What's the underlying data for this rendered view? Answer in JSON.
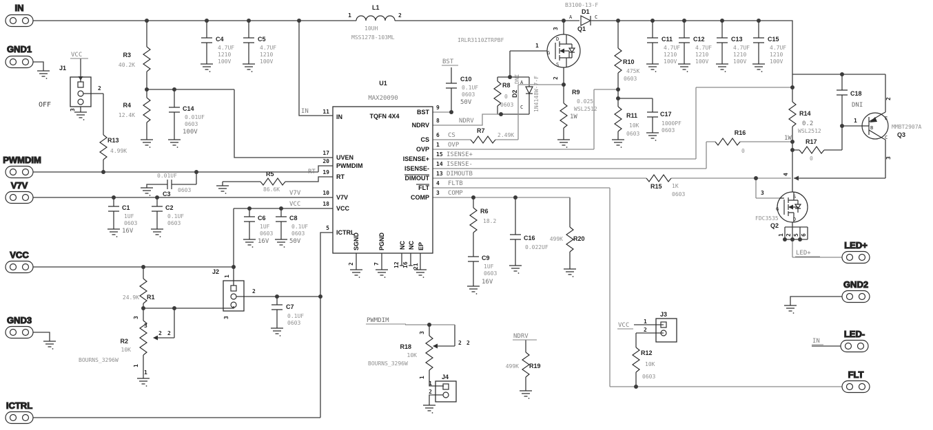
{
  "conn": {
    "in": "IN",
    "gnd1": "GND1",
    "pwmdim": "PWMDIM",
    "v7v": "V7V",
    "vcc": "VCC",
    "gnd3": "GND3",
    "ictrl": "ICTRL",
    "led_pos": "LED+",
    "gnd2": "GND2",
    "led_neg": "LED-",
    "flt": "FLT"
  },
  "u1": {
    "ref": "U1",
    "part": "MAX20090",
    "package": "TQFN 4X4",
    "pins_left": [
      {
        "n": "11",
        "name": "IN"
      },
      {
        "n": "17",
        "name": "UVEN"
      },
      {
        "n": "20",
        "name": "PWMDIM"
      },
      {
        "n": "19",
        "name": "RT"
      },
      {
        "n": "10",
        "name": "V7V"
      },
      {
        "n": "18",
        "name": "VCC"
      },
      {
        "n": "5",
        "name": "ICTRL"
      }
    ],
    "pins_right": [
      {
        "n": "9",
        "name": "BST"
      },
      {
        "n": "8",
        "name": "NDRV"
      },
      {
        "n": "6",
        "name": "CS",
        "net": "CS"
      },
      {
        "n": "1",
        "name": "OVP",
        "net": "OVP"
      },
      {
        "n": "15",
        "name": "ISENSE+",
        "net": "ISENSE+"
      },
      {
        "n": "14",
        "name": "ISENSE-",
        "net": "ISENSE-"
      },
      {
        "n": "13",
        "name": "DIMOUT",
        "net": "DIMOUTB"
      },
      {
        "n": "4",
        "name": "FLT",
        "net": "FLTB"
      },
      {
        "n": "3",
        "name": "COMP",
        "net": "COMP"
      }
    ],
    "pins_bottom": [
      {
        "n": "2",
        "name": "SGND"
      },
      {
        "n": "7",
        "name": "PGND"
      },
      {
        "n": "12",
        "name": "NC"
      },
      {
        "n": "16",
        "name": "NC"
      },
      {
        "n": "21",
        "name": "EP"
      }
    ]
  },
  "nets": {
    "bst": "BST",
    "ndrv": "NDRV",
    "pwmdim": "PWMDIM",
    "vcc": "VCC",
    "v7v": "V7V",
    "rt": "RT",
    "in": "IN",
    "led_pos": "LED+",
    "off": "OFF"
  },
  "pn": {
    "p1": "1",
    "p2": "2",
    "p3": "3",
    "p4": "4",
    "p5": "5",
    "p6": "6"
  },
  "pl": {
    "a": "A",
    "b": "B",
    "c": "C",
    "d": "D",
    "e": "E",
    "g": "G",
    "s": "S"
  },
  "parts": {
    "J1": {
      "ref": "J1"
    },
    "J2": {
      "ref": "J2"
    },
    "J3": {
      "ref": "J3"
    },
    "J4": {
      "ref": "J4"
    },
    "L1": {
      "ref": "L1",
      "value": "10UH",
      "part": "MSS1278-103ML"
    },
    "D1": {
      "ref": "D1",
      "part": "B3100-13-F"
    },
    "D2": {
      "ref": "D2",
      "value": "DNI",
      "part": "1N4148W-7-F"
    },
    "Q1": {
      "ref": "Q1",
      "part": "IRLR3110ZTRPBF"
    },
    "Q2": {
      "ref": "Q2",
      "part": "FDC3535"
    },
    "Q3": {
      "ref": "Q3",
      "part": "MMBT2907A"
    },
    "R1": {
      "ref": "R1",
      "value": "24.9K"
    },
    "R2": {
      "ref": "R2",
      "value": "10K",
      "part": "BOURNS_3296W"
    },
    "R3": {
      "ref": "R3",
      "value": "40.2K"
    },
    "R4": {
      "ref": "R4",
      "value": "12.4K"
    },
    "R5": {
      "ref": "R5",
      "value": "86.6K"
    },
    "R6": {
      "ref": "R6",
      "value": "18.2"
    },
    "R7": {
      "ref": "R7",
      "value": "2.49K"
    },
    "R8": {
      "ref": "R8",
      "value": "0",
      "size": "0603"
    },
    "R9": {
      "ref": "R9",
      "value": "0.025",
      "part": "WSL2512",
      "watt": "1W"
    },
    "R10": {
      "ref": "R10",
      "value": "475K",
      "size": "0603"
    },
    "R11": {
      "ref": "R11",
      "value": "10K",
      "size": "0603"
    },
    "R12": {
      "ref": "R12",
      "value": "10K",
      "size": "0603"
    },
    "R13": {
      "ref": "R13",
      "value": "4.99K"
    },
    "R14": {
      "ref": "R14",
      "value": "0.2",
      "part": "WSL2512",
      "watt": "1W"
    },
    "R15": {
      "ref": "R15",
      "value": "1K",
      "size": "0603"
    },
    "R16": {
      "ref": "R16",
      "value": "0"
    },
    "R17": {
      "ref": "R17",
      "value": "0"
    },
    "R18": {
      "ref": "R18",
      "value": "10K",
      "part": "BOURNS_3296W"
    },
    "R19": {
      "ref": "R19",
      "value": "499K"
    },
    "R20": {
      "ref": "R20",
      "value": "499K"
    },
    "C1": {
      "ref": "C1",
      "value": "1UF",
      "size": "0603",
      "volt": "16V"
    },
    "C2": {
      "ref": "C2",
      "value": "0.1UF",
      "size": "0603"
    },
    "C3": {
      "ref": "C3",
      "value": "0.01UF",
      "size": "0603"
    },
    "C4": {
      "ref": "C4",
      "value": "4.7UF",
      "size": "1210",
      "volt": "100V"
    },
    "C5": {
      "ref": "C5",
      "value": "4.7UF",
      "size": "1210",
      "volt": "100V"
    },
    "C6": {
      "ref": "C6",
      "value": "1UF",
      "size": "0603",
      "volt": "16V"
    },
    "C7": {
      "ref": "C7",
      "value": "0.1UF",
      "size": "0603"
    },
    "C8": {
      "ref": "C8",
      "value": "0.1UF",
      "size": "0603",
      "volt": "50V"
    },
    "C9": {
      "ref": "C9",
      "value": "1UF",
      "size": "0603",
      "volt": "16V"
    },
    "C10": {
      "ref": "C10",
      "value": "0.1UF",
      "size": "0603",
      "volt": "50V"
    },
    "C11": {
      "ref": "C11",
      "value": "4.7UF",
      "size": "1210",
      "volt": "100V"
    },
    "C12": {
      "ref": "C12",
      "value": "4.7UF",
      "size": "1210",
      "volt": "100V"
    },
    "C13": {
      "ref": "C13",
      "value": "4.7UF",
      "size": "1210",
      "volt": "100V"
    },
    "C14": {
      "ref": "C14",
      "value": "0.01UF",
      "size": "0603",
      "volt": "100V"
    },
    "C15": {
      "ref": "C15",
      "value": "4.7UF",
      "size": "1210",
      "volt": "100V"
    },
    "C16": {
      "ref": "C16",
      "value": "0.022UF"
    },
    "C17": {
      "ref": "C17",
      "value": "1000PF",
      "size": "0603"
    },
    "C18": {
      "ref": "C18",
      "value": "DNI"
    }
  }
}
